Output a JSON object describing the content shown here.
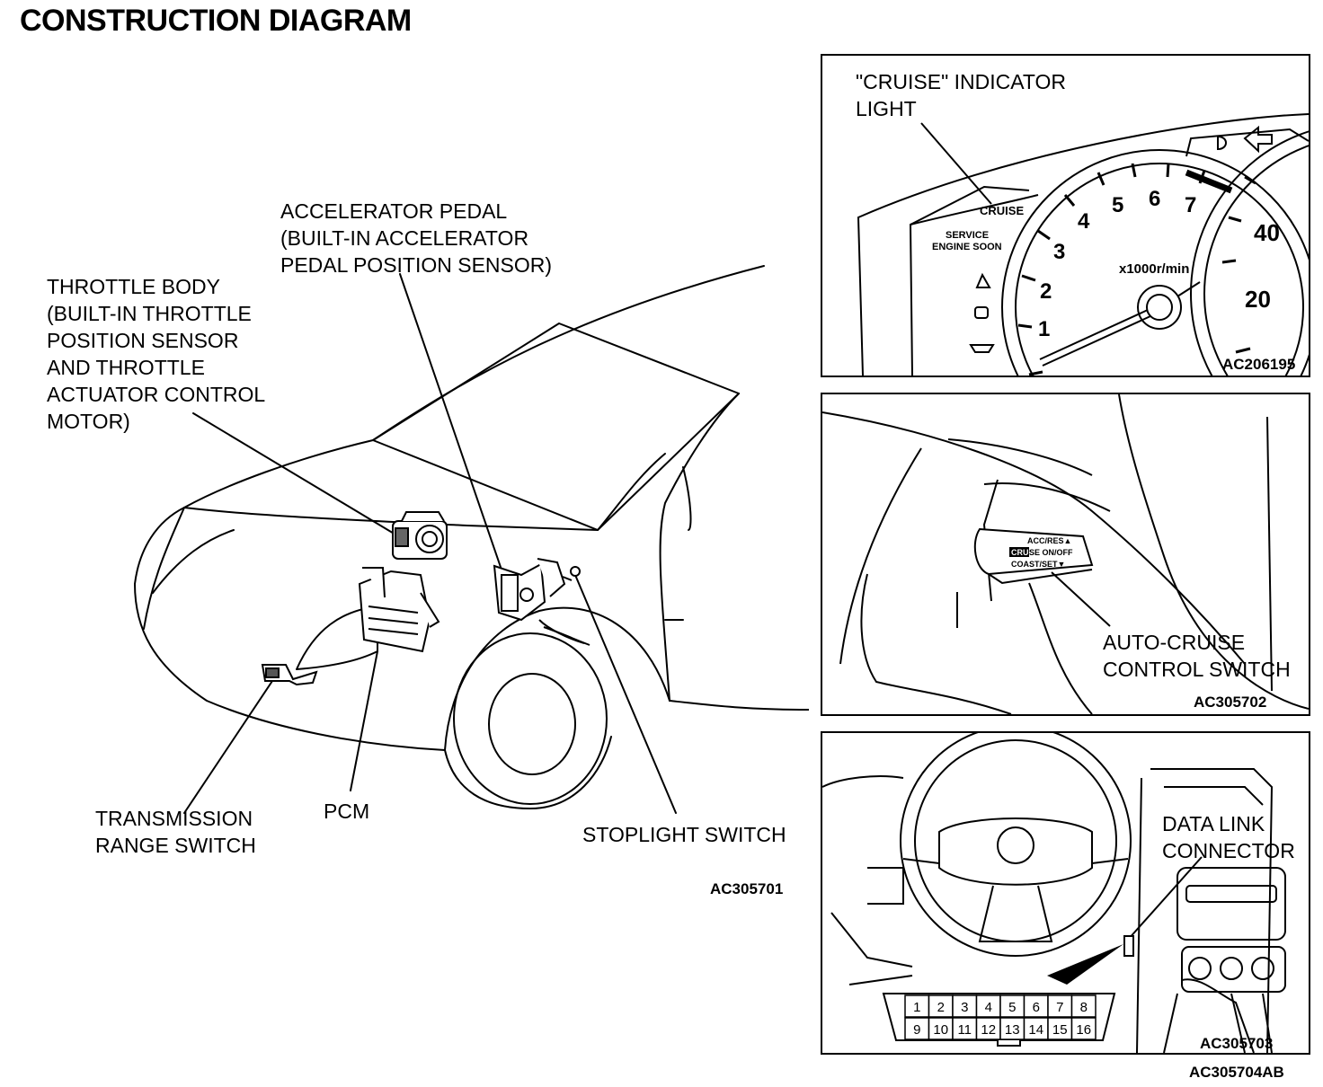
{
  "title": "CONSTRUCTION DIAGRAM",
  "main_labels": {
    "accelerator_pedal": "ACCELERATOR PEDAL\n(BUILT-IN ACCELERATOR\nPEDAL POSITION SENSOR)",
    "throttle_body": "THROTTLE BODY\n(BUILT-IN THROTTLE\nPOSITION SENSOR\nAND THROTTLE\nACTUATOR CONTROL\nMOTOR)",
    "transmission_range_switch": "TRANSMISSION\nRANGE SWITCH",
    "pcm": "PCM",
    "stoplight_switch": "STOPLIGHT SWITCH",
    "figure_code": "AC305701"
  },
  "panel_cluster": {
    "label": "\"CRUISE\" INDICATOR\nLIGHT",
    "cruise_text": "CRUISE",
    "service_text": "SERVICE\nENGINE SOON",
    "tach_numbers": [
      "1",
      "2",
      "3",
      "4",
      "5",
      "6",
      "7"
    ],
    "tach_unit": "x1000r/min",
    "speed_numbers": [
      "20",
      "40"
    ],
    "figure_code": "AC206195"
  },
  "panel_switch": {
    "label": "AUTO-CRUISE\nCONTROL SWITCH",
    "switch_lines": [
      "ACC/RES▲",
      "CRUISE ON/OFF",
      "COAST/SET▼"
    ],
    "figure_code": "AC305702"
  },
  "panel_dash": {
    "label": "DATA LINK\nCONNECTOR",
    "pins_top": [
      "1",
      "2",
      "3",
      "4",
      "5",
      "6",
      "7",
      "8"
    ],
    "pins_bottom": [
      "9",
      "10",
      "11",
      "12",
      "13",
      "14",
      "15",
      "16"
    ],
    "figure_code": "AC305703"
  },
  "overall_code": "AC305704AB"
}
